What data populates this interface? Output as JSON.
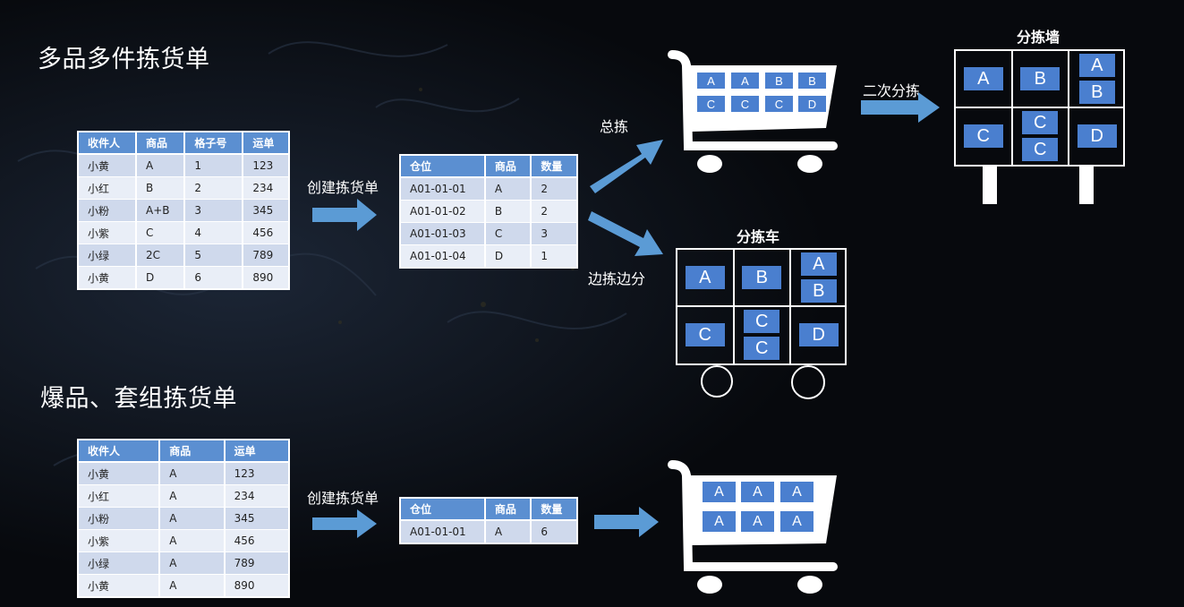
{
  "section1": {
    "title": "多品多件拣货单",
    "orders_table": {
      "headers": [
        "收件人",
        "商品",
        "格子号",
        "运单"
      ],
      "rows": [
        [
          "小黄",
          "A",
          "1",
          "123"
        ],
        [
          "小红",
          "B",
          "2",
          "234"
        ],
        [
          "小粉",
          "A+B",
          "3",
          "345"
        ],
        [
          "小紫",
          "C",
          "4",
          "456"
        ],
        [
          "小绿",
          "2C",
          "5",
          "789"
        ],
        [
          "小黄",
          "D",
          "6",
          "890"
        ]
      ]
    },
    "create_label": "创建拣货单",
    "pick_table": {
      "headers": [
        "仓位",
        "商品",
        "数量"
      ],
      "rows": [
        [
          "A01-01-01",
          "A",
          "2"
        ],
        [
          "A01-01-02",
          "B",
          "2"
        ],
        [
          "A01-01-03",
          "C",
          "3"
        ],
        [
          "A01-01-04",
          "D",
          "1"
        ]
      ]
    },
    "bulk_pick_label": "总拣",
    "pick_and_sort_label": "边拣边分",
    "second_sort_label": "二次分拣",
    "cart_items": [
      "A",
      "A",
      "B",
      "B",
      "C",
      "C",
      "C",
      "D"
    ],
    "sort_wall": {
      "title": "分拣墙",
      "cells": [
        [
          "A"
        ],
        [
          "B"
        ],
        [
          "A",
          "B"
        ],
        [
          "C"
        ],
        [
          "C",
          "C"
        ],
        [
          "D"
        ]
      ]
    },
    "sort_cart": {
      "title": "分拣车",
      "cells": [
        [
          "A"
        ],
        [
          "B"
        ],
        [
          "A",
          "B"
        ],
        [
          "C"
        ],
        [
          "C",
          "C"
        ],
        [
          "D"
        ]
      ]
    }
  },
  "section2": {
    "title": "爆品、套组拣货单",
    "orders_table": {
      "headers": [
        "收件人",
        "商品",
        "运单"
      ],
      "rows": [
        [
          "小黄",
          "A",
          "123"
        ],
        [
          "小红",
          "A",
          "234"
        ],
        [
          "小粉",
          "A",
          "345"
        ],
        [
          "小紫",
          "A",
          "456"
        ],
        [
          "小绿",
          "A",
          "789"
        ],
        [
          "小黄",
          "A",
          "890"
        ]
      ]
    },
    "create_label": "创建拣货单",
    "pick_table": {
      "headers": [
        "仓位",
        "商品",
        "数量"
      ],
      "rows": [
        [
          "A01-01-01",
          "A",
          "6"
        ]
      ]
    },
    "cart_items": [
      "A",
      "A",
      "A",
      "A",
      "A",
      "A"
    ]
  },
  "colors": {
    "background": "#07090d",
    "arrow": "#5b9bd5",
    "box": "#4a7fcf",
    "table_header": "#5b8fd1",
    "row_light": "#e9eef7",
    "row_dark": "#cfd9ec"
  },
  "icons": [
    "shopping-cart-icon",
    "arrow-right-icon"
  ]
}
